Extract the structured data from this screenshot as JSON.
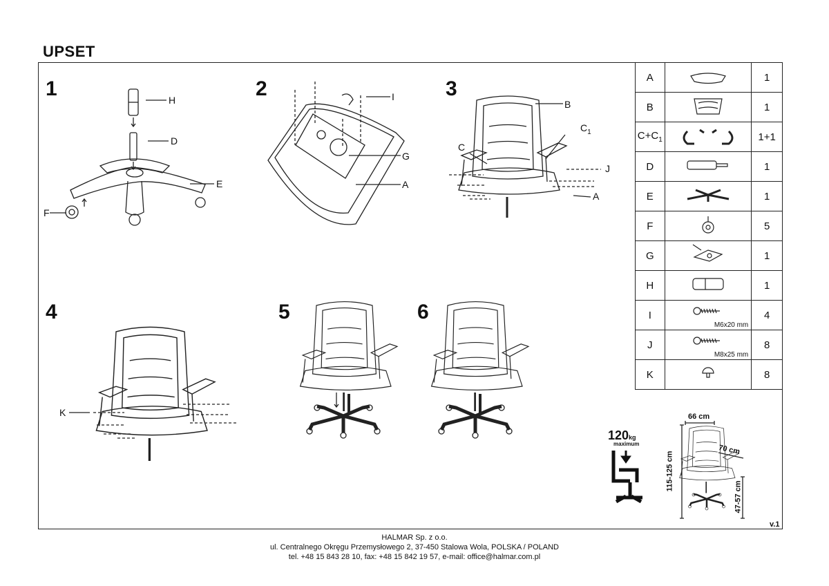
{
  "title": "UPSET",
  "steps": [
    "1",
    "2",
    "3",
    "4",
    "5",
    "6"
  ],
  "callouts": {
    "s1": {
      "H": "H",
      "D": "D",
      "E": "E",
      "F": "F"
    },
    "s2": {
      "I": "I",
      "G": "G",
      "A": "A"
    },
    "s3": {
      "B": "B",
      "C1": "C",
      "C1sub": "1",
      "C": "C",
      "J": "J",
      "A": "A"
    },
    "s4": {
      "K": "K"
    }
  },
  "parts": [
    {
      "letter": "A",
      "qty": "1",
      "icon": "seat-icon"
    },
    {
      "letter": "B",
      "qty": "1",
      "icon": "backrest-icon"
    },
    {
      "letter": "C+C",
      "sub": "1",
      "qty": "1+1",
      "icon": "armrest-icon"
    },
    {
      "letter": "D",
      "qty": "1",
      "icon": "gas-lift-icon"
    },
    {
      "letter": "E",
      "qty": "1",
      "icon": "base-icon"
    },
    {
      "letter": "F",
      "qty": "5",
      "icon": "caster-icon"
    },
    {
      "letter": "G",
      "qty": "1",
      "icon": "mechanism-icon"
    },
    {
      "letter": "H",
      "qty": "1",
      "icon": "cover-icon"
    },
    {
      "letter": "I",
      "qty": "4",
      "icon": "bolt-icon",
      "spec": "M6x20 mm"
    },
    {
      "letter": "J",
      "qty": "8",
      "icon": "bolt-icon",
      "spec": "M8x25 mm"
    },
    {
      "letter": "K",
      "qty": "8",
      "icon": "cap-icon"
    }
  ],
  "maxload": {
    "value": "120",
    "unit": "kg",
    "note": "maximum"
  },
  "dimensions": {
    "width": "66 cm",
    "depth": "70 cm",
    "height": "115-125 cm",
    "seat": "47-57 cm"
  },
  "version": "v.1",
  "footer": [
    "HALMAR Sp. z o.o.",
    "ul. Centralnego Okręgu Przemysłowego 2, 37-450 Stalowa Wola, POLSKA / POLAND",
    "tel. +48 15 843 28 10, fax: +48 15 842 19 57, e-mail: office@halmar.com.pl"
  ]
}
